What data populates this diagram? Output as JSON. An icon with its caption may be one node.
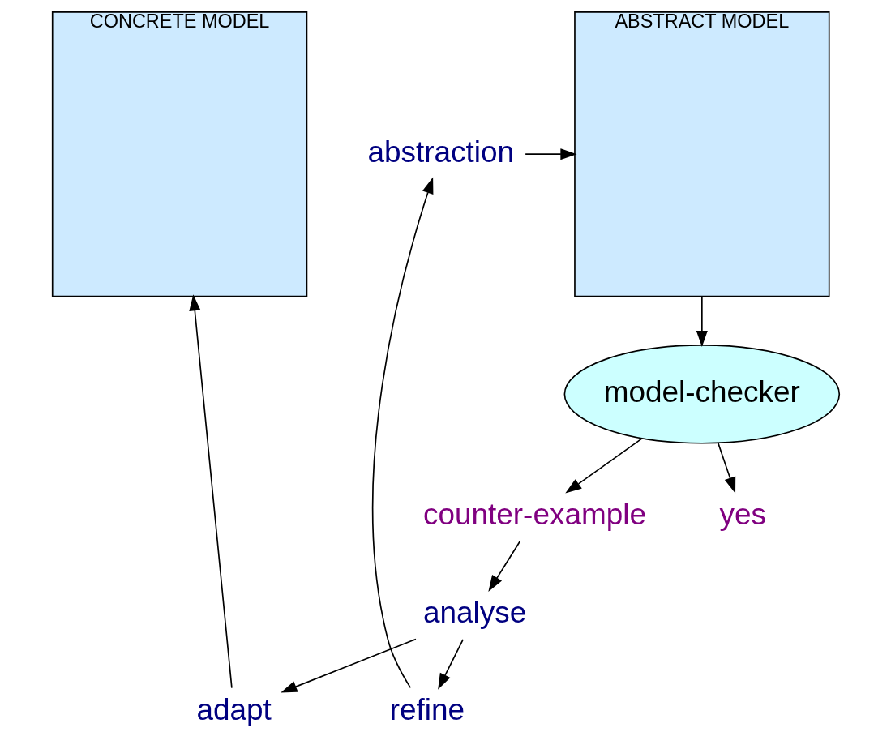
{
  "diagram": {
    "nodes": [
      {
        "text": [
          "CONCRETE MODEL"
        ]
      },
      {
        "text": [
          "ABSTRACT MODEL"
        ]
      },
      {
        "text": [
          "abstraction"
        ]
      },
      {
        "text": [
          "refine"
        ]
      },
      {
        "text": [
          "model-checker"
        ]
      },
      {
        "text": [
          "adapt"
        ]
      },
      {
        "text": [
          "analyse"
        ]
      },
      {
        "text": [
          "counter-example"
        ]
      },
      {
        "text": [
          "yes"
        ]
      }
    ],
    "edges": [
      {
        "from": 2,
        "to": 1,
        "arrow": "to"
      },
      {
        "from": 3,
        "to": 2,
        "arrow": "to"
      },
      {
        "from": 1,
        "to": 4,
        "arrow": "to"
      },
      {
        "from": 5,
        "to": 0,
        "arrow": "to"
      },
      {
        "from": 6,
        "to": 5,
        "arrow": "to"
      },
      {
        "from": 6,
        "to": 3,
        "arrow": "to"
      },
      {
        "from": 7,
        "to": 6,
        "arrow": "to"
      },
      {
        "from": 4,
        "to": 7,
        "arrow": "to"
      },
      {
        "from": 4,
        "to": 8,
        "arrow": "to"
      }
    ]
  }
}
